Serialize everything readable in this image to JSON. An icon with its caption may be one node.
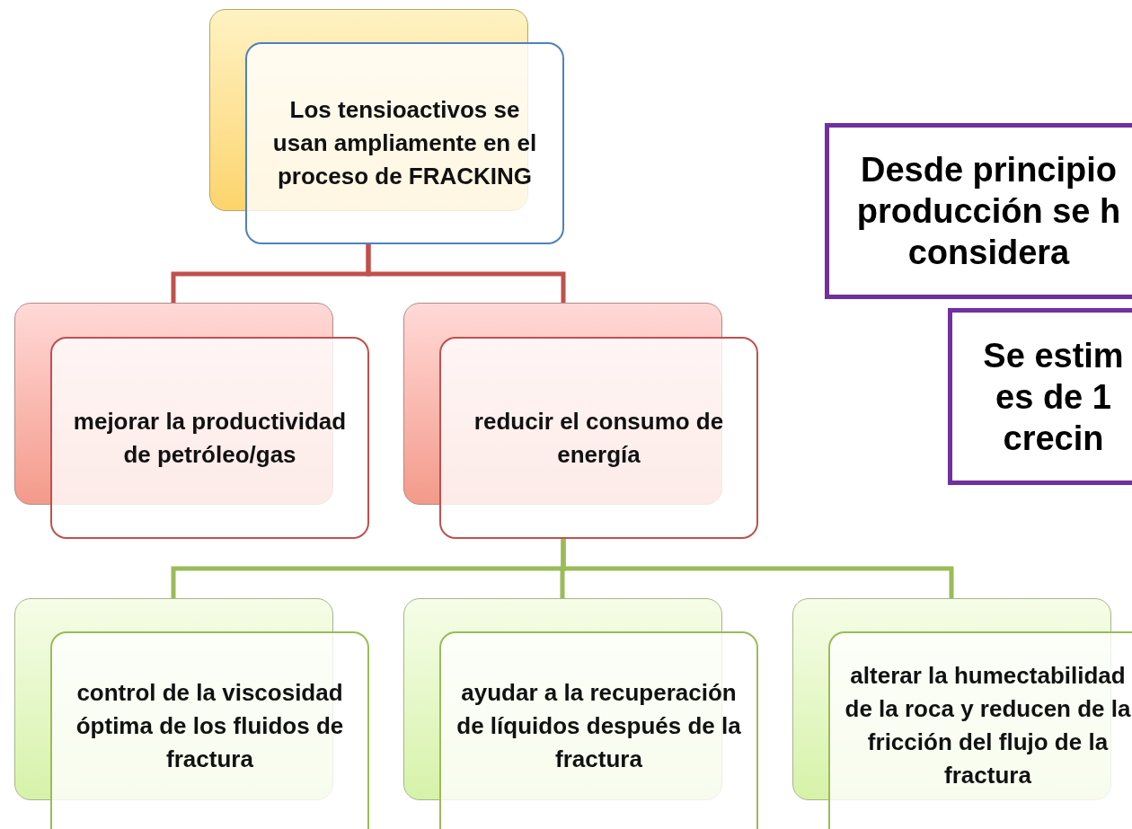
{
  "diagram": {
    "nodes": [
      {
        "text": [
          "Los tensioactivos se usan ampliamente en el proceso de FRACKING"
        ]
      },
      {
        "text": [
          "mejorar la productividad de petróleo/gas"
        ]
      },
      {
        "text": [
          "reducir el consumo de energía"
        ]
      },
      {
        "text": [
          "control de la viscosidad óptima de los fluidos de fractura"
        ]
      },
      {
        "text": [
          "ayudar a la recuperación de líquidos después de la fractura"
        ]
      },
      {
        "text": [
          "alterar la humectabilidad de la roca y reducen de la fricción del flujo de la fractura"
        ]
      },
      {
        "text": [
          "Desde principio producción se h considera"
        ]
      },
      {
        "text": [
          "Se estim es de 1 crecin"
        ]
      }
    ],
    "edges": [
      {
        "from": 0,
        "to": 1,
        "arrow": "none",
        "color": "#c0504d"
      },
      {
        "from": 0,
        "to": 2,
        "arrow": "none",
        "color": "#c0504d"
      },
      {
        "from": 2,
        "to": 3,
        "arrow": "none"
      },
      {
        "from": 2,
        "to": 4,
        "arrow": "none"
      },
      {
        "from": 2,
        "to": 5,
        "arrow": "none"
      }
    ]
  }
}
